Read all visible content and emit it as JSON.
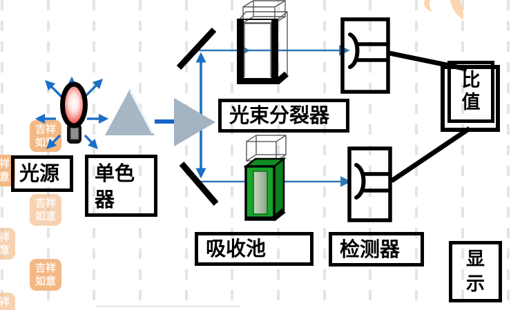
{
  "labels": {
    "light_source": "光源",
    "monochromator": "单色\n器",
    "beam_splitter": "光束分裂器",
    "absorption_cell": "吸收池",
    "detector": "检测器",
    "ratio": "比\n值",
    "display": "显\n示"
  },
  "watermark": {
    "seal_text": "吉祥\n如意"
  },
  "colors": {
    "beam_blue": "#1b6fc4",
    "prism_gray": "#a6b6c4",
    "sample_green": "#18a52c",
    "bulb_red": "#e03228",
    "seal_orange": "#f3b57e",
    "line_black": "#000000"
  }
}
